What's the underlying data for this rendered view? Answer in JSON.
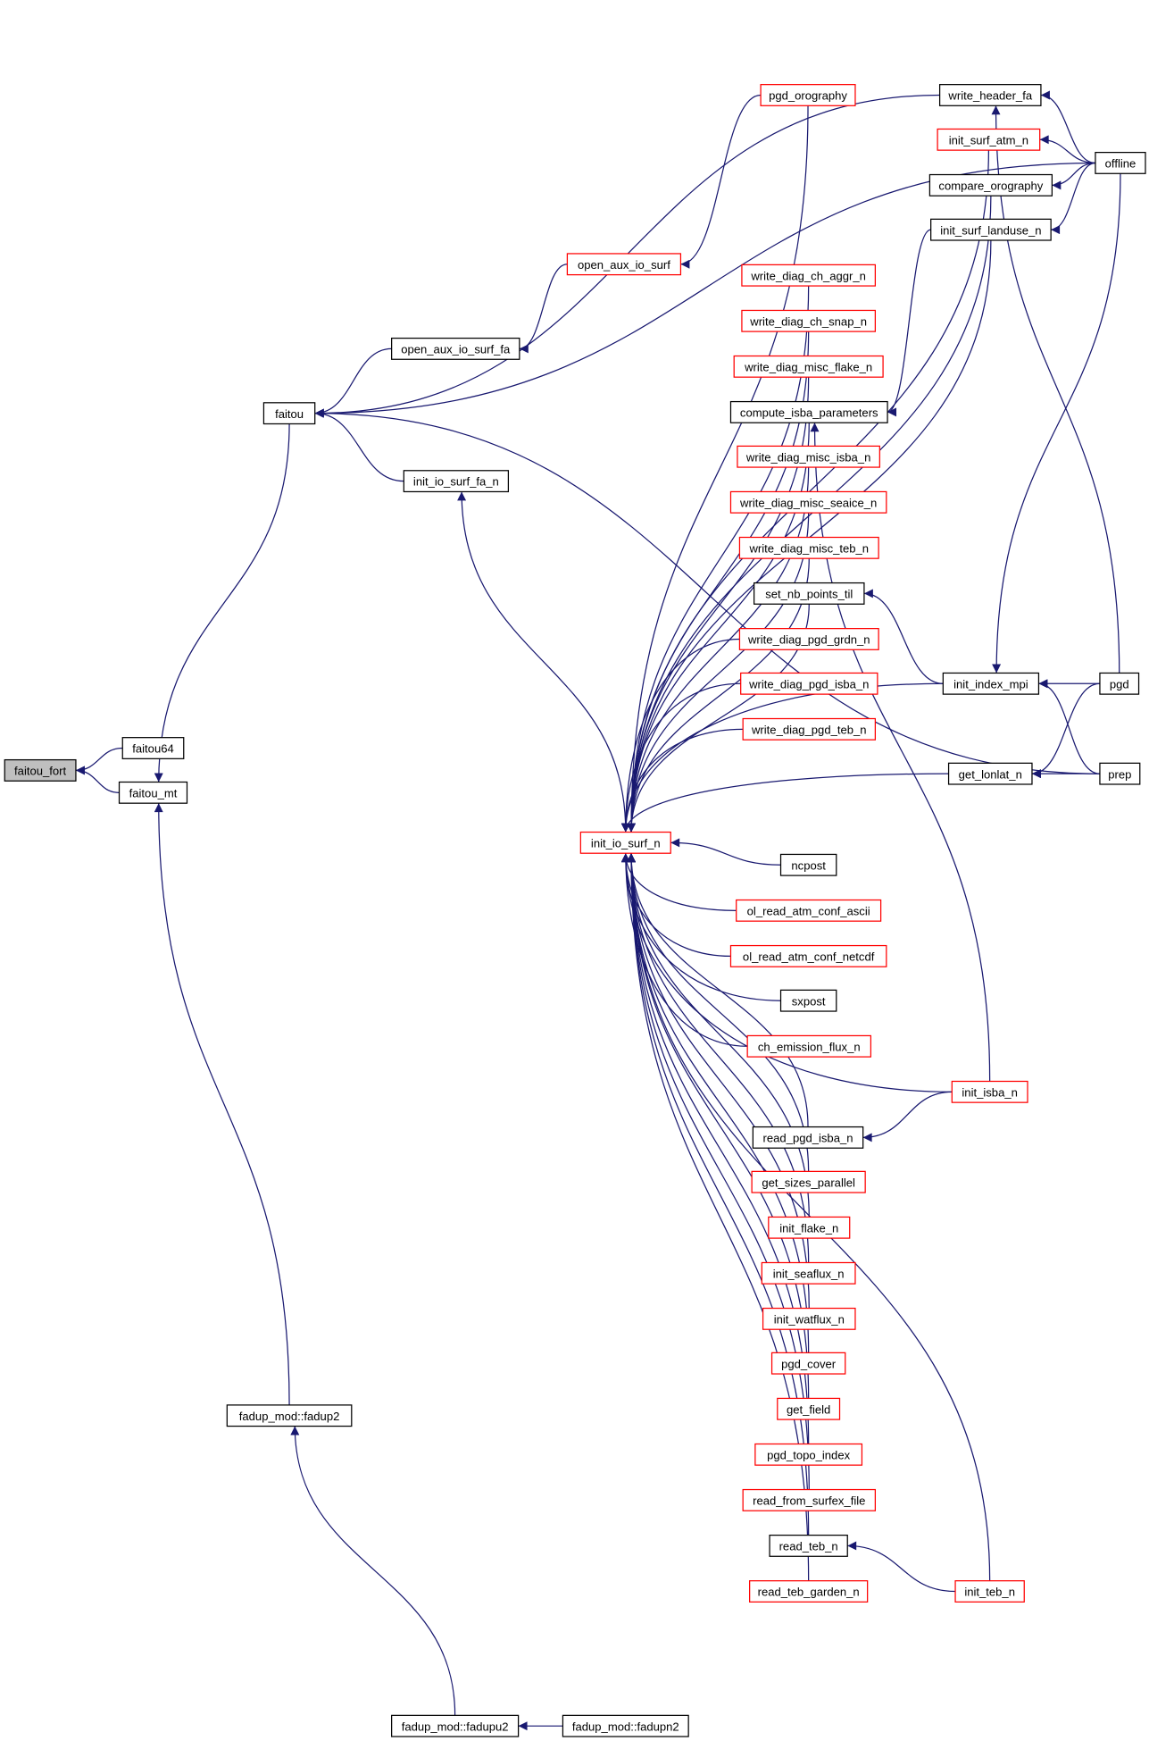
{
  "graph": {
    "edge_color": "#191970",
    "root": "faitou_fort",
    "nodes": [
      {
        "id": "faitou_fort",
        "label": "faitou_fort",
        "style": "root"
      },
      {
        "id": "faitou64",
        "label": "faitou64",
        "style": "black"
      },
      {
        "id": "faitou_mt",
        "label": "faitou_mt",
        "style": "black"
      },
      {
        "id": "faitou",
        "label": "faitou",
        "style": "black"
      },
      {
        "id": "fadup2",
        "label": "fadup_mod::fadup2",
        "style": "black"
      },
      {
        "id": "fadupu2",
        "label": "fadup_mod::fadupu2",
        "style": "black"
      },
      {
        "id": "fadupn2",
        "label": "fadup_mod::fadupn2",
        "style": "black"
      },
      {
        "id": "open_aux_io_surf_fa",
        "label": "open_aux_io_surf_fa",
        "style": "black"
      },
      {
        "id": "init_io_surf_fa_n",
        "label": "init_io_surf_fa_n",
        "style": "black"
      },
      {
        "id": "open_aux_io_surf",
        "label": "open_aux_io_surf",
        "style": "red"
      },
      {
        "id": "init_io_surf_n",
        "label": "init_io_surf_n",
        "style": "red"
      },
      {
        "id": "pgd_orography",
        "label": "pgd_orography",
        "style": "red"
      },
      {
        "id": "write_header_fa",
        "label": "write_header_fa",
        "style": "black"
      },
      {
        "id": "init_surf_atm_n",
        "label": "init_surf_atm_n",
        "style": "red"
      },
      {
        "id": "compare_orography",
        "label": "compare_orography",
        "style": "black"
      },
      {
        "id": "init_surf_landuse_n",
        "label": "init_surf_landuse_n",
        "style": "black"
      },
      {
        "id": "write_diag_ch_aggr_n",
        "label": "write_diag_ch_aggr_n",
        "style": "red"
      },
      {
        "id": "write_diag_ch_snap_n",
        "label": "write_diag_ch_snap_n",
        "style": "red"
      },
      {
        "id": "write_diag_misc_flake_n",
        "label": "write_diag_misc_flake_n",
        "style": "red"
      },
      {
        "id": "compute_isba_parameters",
        "label": "compute_isba_parameters",
        "style": "black"
      },
      {
        "id": "write_diag_misc_isba_n",
        "label": "write_diag_misc_isba_n",
        "style": "red"
      },
      {
        "id": "write_diag_misc_seaice_n",
        "label": "write_diag_misc_seaice_n",
        "style": "red"
      },
      {
        "id": "write_diag_misc_teb_n",
        "label": "write_diag_misc_teb_n",
        "style": "red"
      },
      {
        "id": "set_nb_points_til",
        "label": "set_nb_points_til",
        "style": "black"
      },
      {
        "id": "write_diag_pgd_grdn_n",
        "label": "write_diag_pgd_grdn_n",
        "style": "red"
      },
      {
        "id": "write_diag_pgd_isba_n",
        "label": "write_diag_pgd_isba_n",
        "style": "red"
      },
      {
        "id": "write_diag_pgd_teb_n",
        "label": "write_diag_pgd_teb_n",
        "style": "red"
      },
      {
        "id": "ncpost",
        "label": "ncpost",
        "style": "black"
      },
      {
        "id": "ol_read_atm_conf_ascii",
        "label": "ol_read_atm_conf_ascii",
        "style": "red"
      },
      {
        "id": "ol_read_atm_conf_netcdf",
        "label": "ol_read_atm_conf_netcdf",
        "style": "red"
      },
      {
        "id": "sxpost",
        "label": "sxpost",
        "style": "black"
      },
      {
        "id": "ch_emission_flux_n",
        "label": "ch_emission_flux_n",
        "style": "red"
      },
      {
        "id": "read_pgd_isba_n",
        "label": "read_pgd_isba_n",
        "style": "black"
      },
      {
        "id": "get_sizes_parallel",
        "label": "get_sizes_parallel",
        "style": "red"
      },
      {
        "id": "init_flake_n",
        "label": "init_flake_n",
        "style": "red"
      },
      {
        "id": "init_seaflux_n",
        "label": "init_seaflux_n",
        "style": "red"
      },
      {
        "id": "init_watflux_n",
        "label": "init_watflux_n",
        "style": "red"
      },
      {
        "id": "pgd_cover",
        "label": "pgd_cover",
        "style": "red"
      },
      {
        "id": "get_field",
        "label": "get_field",
        "style": "red"
      },
      {
        "id": "pgd_topo_index",
        "label": "pgd_topo_index",
        "style": "red"
      },
      {
        "id": "read_from_surfex_file",
        "label": "read_from_surfex_file",
        "style": "red"
      },
      {
        "id": "read_teb_n",
        "label": "read_teb_n",
        "style": "black"
      },
      {
        "id": "read_teb_garden_n",
        "label": "read_teb_garden_n",
        "style": "red"
      },
      {
        "id": "init_index_mpi",
        "label": "init_index_mpi",
        "style": "black"
      },
      {
        "id": "get_lonlat_n",
        "label": "get_lonlat_n",
        "style": "black"
      },
      {
        "id": "init_isba_n",
        "label": "init_isba_n",
        "style": "red"
      },
      {
        "id": "init_teb_n",
        "label": "init_teb_n",
        "style": "red"
      },
      {
        "id": "offline",
        "label": "offline",
        "style": "black"
      },
      {
        "id": "pgd",
        "label": "pgd",
        "style": "black"
      },
      {
        "id": "prep",
        "label": "prep",
        "style": "black"
      }
    ],
    "edges": [
      [
        "faitou64",
        "faitou_fort"
      ],
      [
        "faitou_mt",
        "faitou_fort"
      ],
      [
        "faitou",
        "faitou_mt"
      ],
      [
        "fadup2",
        "faitou_mt"
      ],
      [
        "fadupu2",
        "fadup2"
      ],
      [
        "fadupn2",
        "fadupu2"
      ],
      [
        "open_aux_io_surf_fa",
        "faitou"
      ],
      [
        "init_io_surf_fa_n",
        "faitou"
      ],
      [
        "write_header_fa",
        "faitou"
      ],
      [
        "offline",
        "faitou"
      ],
      [
        "prep",
        "faitou"
      ],
      [
        "open_aux_io_surf",
        "open_aux_io_surf_fa"
      ],
      [
        "pgd_orography",
        "open_aux_io_surf"
      ],
      [
        "init_io_surf_n",
        "init_io_surf_fa_n"
      ],
      [
        "pgd_orography",
        "init_io_surf_n"
      ],
      [
        "init_surf_atm_n",
        "init_io_surf_n"
      ],
      [
        "compare_orography",
        "init_io_surf_n"
      ],
      [
        "init_surf_landuse_n",
        "init_io_surf_n"
      ],
      [
        "write_diag_ch_aggr_n",
        "init_io_surf_n"
      ],
      [
        "write_diag_ch_snap_n",
        "init_io_surf_n"
      ],
      [
        "write_diag_misc_flake_n",
        "init_io_surf_n"
      ],
      [
        "compute_isba_parameters",
        "init_io_surf_n"
      ],
      [
        "write_diag_misc_isba_n",
        "init_io_surf_n"
      ],
      [
        "write_diag_misc_seaice_n",
        "init_io_surf_n"
      ],
      [
        "write_diag_misc_teb_n",
        "init_io_surf_n"
      ],
      [
        "set_nb_points_til",
        "init_io_surf_n"
      ],
      [
        "write_diag_pgd_grdn_n",
        "init_io_surf_n"
      ],
      [
        "write_diag_pgd_isba_n",
        "init_io_surf_n"
      ],
      [
        "write_diag_pgd_teb_n",
        "init_io_surf_n"
      ],
      [
        "init_index_mpi",
        "init_io_surf_n"
      ],
      [
        "get_lonlat_n",
        "init_io_surf_n"
      ],
      [
        "ncpost",
        "init_io_surf_n"
      ],
      [
        "ol_read_atm_conf_ascii",
        "init_io_surf_n"
      ],
      [
        "ol_read_atm_conf_netcdf",
        "init_io_surf_n"
      ],
      [
        "sxpost",
        "init_io_surf_n"
      ],
      [
        "ch_emission_flux_n",
        "init_io_surf_n"
      ],
      [
        "init_isba_n",
        "init_io_surf_n"
      ],
      [
        "read_pgd_isba_n",
        "init_io_surf_n"
      ],
      [
        "get_sizes_parallel",
        "init_io_surf_n"
      ],
      [
        "init_flake_n",
        "init_io_surf_n"
      ],
      [
        "init_seaflux_n",
        "init_io_surf_n"
      ],
      [
        "init_watflux_n",
        "init_io_surf_n"
      ],
      [
        "pgd_cover",
        "init_io_surf_n"
      ],
      [
        "get_field",
        "init_io_surf_n"
      ],
      [
        "pgd_topo_index",
        "init_io_surf_n"
      ],
      [
        "read_from_surfex_file",
        "init_io_surf_n"
      ],
      [
        "read_teb_n",
        "init_io_surf_n"
      ],
      [
        "read_teb_garden_n",
        "init_io_surf_n"
      ],
      [
        "init_teb_n",
        "init_io_surf_n"
      ],
      [
        "offline",
        "write_header_fa"
      ],
      [
        "pgd",
        "write_header_fa"
      ],
      [
        "offline",
        "init_surf_atm_n"
      ],
      [
        "offline",
        "compare_orography"
      ],
      [
        "offline",
        "init_surf_landuse_n"
      ],
      [
        "init_surf_landuse_n",
        "compute_isba_parameters"
      ],
      [
        "init_isba_n",
        "compute_isba_parameters"
      ],
      [
        "init_index_mpi",
        "set_nb_points_til"
      ],
      [
        "offline",
        "init_index_mpi"
      ],
      [
        "pgd",
        "init_index_mpi"
      ],
      [
        "prep",
        "init_index_mpi"
      ],
      [
        "pgd",
        "get_lonlat_n"
      ],
      [
        "prep",
        "get_lonlat_n"
      ],
      [
        "init_isba_n",
        "read_pgd_isba_n"
      ],
      [
        "init_teb_n",
        "read_teb_n"
      ]
    ]
  }
}
